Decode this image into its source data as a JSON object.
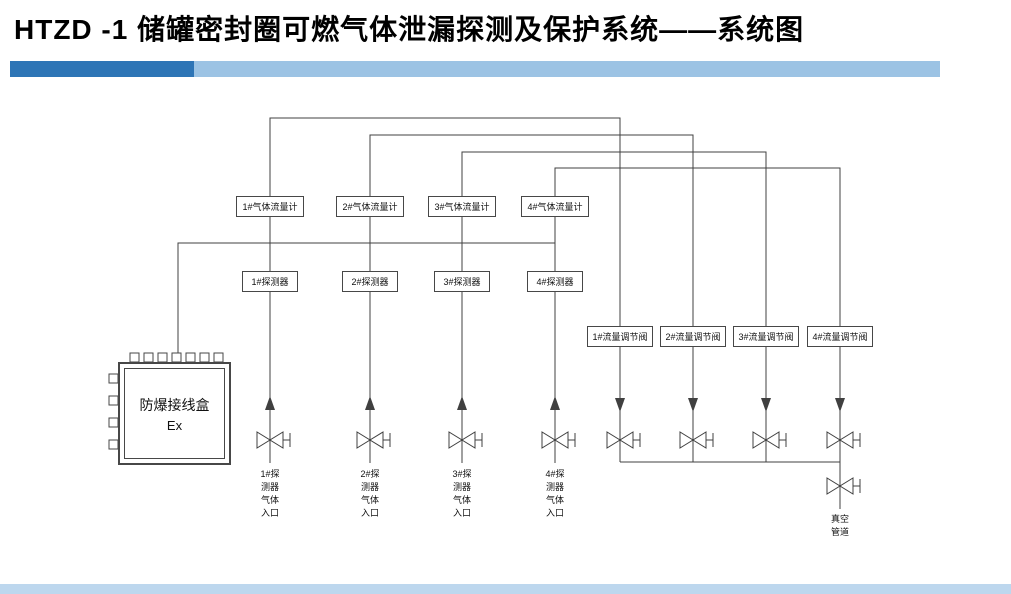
{
  "title": "HTZD -1 储罐密封圈可燃气体泄漏探测及保护系统——系统图",
  "colors": {
    "header_bar_dark": "#2E75B6",
    "header_bar_light": "#9CC3E4",
    "footer_bar": "#BDD7EE",
    "diagram_line": "#404040"
  },
  "diagram": {
    "flow_meters": [
      "1#气体流量计",
      "2#气体流量计",
      "3#气体流量计",
      "4#气体流量计"
    ],
    "detectors": [
      "1#探测器",
      "2#探测器",
      "3#探测器",
      "4#探测器"
    ],
    "regulating_valves": [
      "1#流量调节阀",
      "2#流量调节阀",
      "3#流量调节阀",
      "4#流量调节阀"
    ],
    "junction_box": {
      "title": "防爆接线盒",
      "subtitle": "Ex"
    },
    "inlet_labels": [
      "1#探\n测器\n气体\n入口",
      "2#探\n测器\n气体\n入口",
      "3#探\n测器\n气体\n入口",
      "4#探\n测器\n气体\n入口"
    ],
    "vacuum_label": "真空\n管道"
  }
}
